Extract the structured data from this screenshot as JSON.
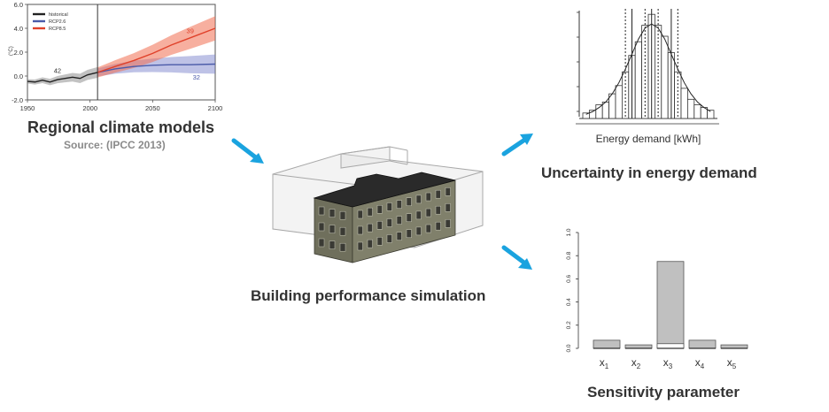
{
  "labels": {
    "climate_title": "Regional climate models",
    "climate_source": "Source: (IPCC 2013)",
    "simulation_title": "Building performance simulation",
    "uncertainty_title": "Uncertainty in energy demand",
    "sensitivity_title": "Sensitivity parameter"
  },
  "colors": {
    "arrow": "#1aa3df",
    "historical": "#222222",
    "rcp26": "#4a5aa8",
    "rcp85": "#e0412a",
    "bar_fill": "#c0c0c0",
    "building_wall": "#6f6f5c",
    "building_roof": "#2a2a2a"
  },
  "chart_data": [
    {
      "type": "line",
      "ylabel": "(°C)",
      "xlim": [
        1950,
        2100
      ],
      "ylim": [
        -2.0,
        6.0
      ],
      "x_ticks": [
        "1950",
        "2000",
        "2050",
        "2100"
      ],
      "y_ticks": [
        "6.0",
        "4.0",
        "2.0",
        "0.0",
        "-2.0"
      ],
      "legend": [
        "historical",
        "RCP2.6",
        "RCP8.5"
      ],
      "legend_position": "top-left",
      "divider_x": 2006,
      "series": [
        {
          "name": "historical",
          "x": [
            1950,
            1956,
            1962,
            1968,
            1974,
            1980,
            1986,
            1992,
            1998,
            2006
          ],
          "values": [
            -0.45,
            -0.5,
            -0.35,
            -0.5,
            -0.3,
            -0.2,
            -0.1,
            -0.2,
            0.1,
            0.3
          ],
          "band": 0.3,
          "count_label": "42"
        },
        {
          "name": "RCP2.6",
          "x": [
            2006,
            2020,
            2035,
            2050,
            2065,
            2080,
            2100
          ],
          "values": [
            0.3,
            0.6,
            0.8,
            0.9,
            0.95,
            0.95,
            1.0
          ],
          "band": 0.55,
          "count_label": "32"
        },
        {
          "name": "RCP8.5",
          "x": [
            2006,
            2020,
            2035,
            2050,
            2065,
            2080,
            2100
          ],
          "values": [
            0.3,
            0.8,
            1.3,
            1.9,
            2.6,
            3.2,
            4.0
          ],
          "band": 0.7,
          "count_label": "39"
        }
      ]
    },
    {
      "type": "bar",
      "xlabel": "Energy demand [kWh]",
      "bins": 20,
      "values": [
        2,
        3,
        5,
        6,
        9,
        12,
        17,
        23,
        28,
        34,
        38,
        34,
        30,
        24,
        17,
        11,
        7,
        5,
        4,
        3
      ],
      "density_curve": [
        1.5,
        2.5,
        4,
        6,
        9,
        13,
        18,
        23.5,
        29,
        33,
        34.5,
        33,
        29,
        23.5,
        18,
        13,
        9,
        6,
        4,
        2.5
      ],
      "ymax": 40,
      "vertical_lines_bins": [
        7.5,
        10.5,
        13.5
      ],
      "dashed_lines_bins": [
        6.5,
        9.5,
        11.5,
        14.5
      ]
    },
    {
      "type": "bar",
      "categories": [
        "x1",
        "x2",
        "x3",
        "x4",
        "x5"
      ],
      "category_base": [
        "x",
        "x",
        "x",
        "x",
        "x"
      ],
      "category_sub": [
        "1",
        "2",
        "3",
        "4",
        "5"
      ],
      "values": [
        0.07,
        0.03,
        0.75,
        0.07,
        0.03
      ],
      "inner_values": [
        0.0,
        0.0,
        0.04,
        0.0,
        0.0
      ],
      "ylim": [
        0,
        1.0
      ],
      "y_ticks": [
        "0.0",
        "0.2",
        "0.4",
        "0.6",
        "0.8",
        "1.0"
      ]
    }
  ]
}
